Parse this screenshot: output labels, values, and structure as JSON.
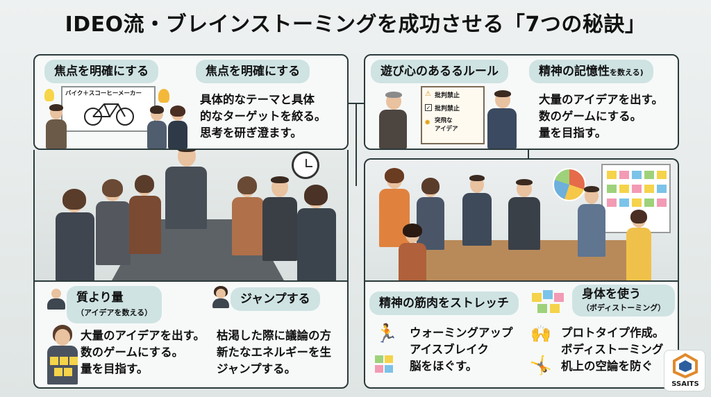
{
  "title": "IDEO流・ブレインストーミングを成功させる「7つの秘訣」",
  "top_left": {
    "pill1": "焦点を明確にする",
    "pill2": "焦点を明確にする",
    "whiteboard_label": "バイク＋スコーヒーメーカー",
    "text_lines": [
      "具体的なテーマと具体",
      "的なターゲットを絞る。",
      "思考を研ぎ澄ます。"
    ]
  },
  "top_right": {
    "pill1": "遊び心のあるるルール",
    "pill2_main": "精神の記憶性",
    "pill2_small": "を数える)",
    "sign_lines": [
      "批判禁止",
      "批判禁止",
      "突飛な\nアイデア"
    ],
    "text_lines": [
      "大量のアイデアを出す。",
      "数のゲームにする。",
      "量を目指す。"
    ]
  },
  "bottom_left": {
    "pill1": "質より量",
    "pill1_sub": "（アイデアを数える）",
    "pill2": "ジャンプする",
    "text_left": [
      "大量のアイデアを出す。",
      "数のゲームにする。",
      "量を目指す。"
    ],
    "text_right": [
      "枯渇した際に議論の方",
      "新たなエネルギーを生",
      "ジャンプする。"
    ]
  },
  "bottom_right": {
    "pill1": "精神の筋肉をストレッチ",
    "pill2": "身体を使う",
    "pill2_sub": "（ボディストーミング）",
    "list_left": [
      "ウォーミングアップ",
      "アイスブレイク",
      "脳をほぐす。"
    ],
    "list_right": [
      "プロトタイプ作成。",
      "ボディストーミング",
      "机上の空論を防ぐ"
    ]
  },
  "logo": {
    "text": "SSAITS"
  },
  "colors": {
    "panel_border": "#2b3a3a",
    "pill_bg": "#cfe3e3",
    "sticky_yellow": "#f5d34a",
    "sticky_pink": "#f39ab4",
    "sticky_blue": "#7bc3e8",
    "sticky_green": "#9ed27a"
  }
}
